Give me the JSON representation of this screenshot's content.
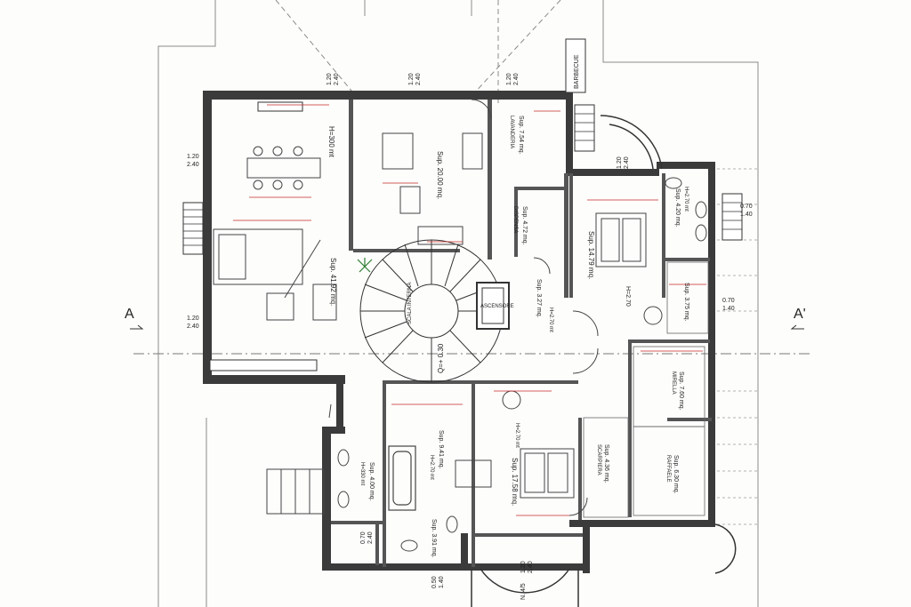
{
  "section": {
    "left": "A",
    "right": "A'"
  },
  "barbecue": "BARBECUE",
  "ascensore": "ASCENSORE",
  "scala_interna": "SCALA INTERNA",
  "dims": {
    "d1": "1.20",
    "d2": "2.40",
    "h3": "0.70",
    "h4": "1.40",
    "b1": "0.50",
    "b2": "1.40",
    "s1": "0.70",
    "s2": "2.40",
    "t1": "0.70",
    "t2": "1.40"
  },
  "rooms": {
    "living": {
      "sup": "Sup. 41.92 mq.",
      "h": "H=300 mt"
    },
    "cucina": {
      "sup": "Sup. 20.00 mq."
    },
    "lavanderia": {
      "sup": "Sup. 7.54 mq.",
      "name": "LAVANDERIA"
    },
    "dispensa": {
      "sup": "Sup. 4.72 mq.",
      "name": "DISPENSA"
    },
    "letto1": {
      "sup": "Sup. 14.79 mq.",
      "h": "H=2.70"
    },
    "bagno1": {
      "sup": "Sup. 4.20 mq.",
      "h": "H=2.70 mt"
    },
    "cabina1": {
      "sup": "Sup. 3.75 mq."
    },
    "disimpegno": {
      "sup": "Sup. 3.27 mq.",
      "h": "H=2.70 mt"
    },
    "mirella": {
      "sup": "Sup. 7.60 mq.",
      "name": "MIRELLA"
    },
    "raffaele": {
      "sup": "Sup. 6.30 mq.",
      "name": "RAFFAELE"
    },
    "scarpiera": {
      "sup": "Sup. 4.36 mq.",
      "name": "SCARPIERA"
    },
    "letto2": {
      "sup": "Sup. 17.58 mq.",
      "h": "H=2.70 mt"
    },
    "bagno2": {
      "sup": "Sup. 9.41 mq.",
      "h": "H=2.70 mt"
    },
    "bagno3": {
      "sup": "Sup. 4.00 mq.",
      "h": "H=330 mt"
    },
    "wc": {
      "sup": "Sup. 3.91 mq."
    },
    "scala_h": "Q=+ 0.30"
  },
  "bottom_note": "N. 4/5"
}
